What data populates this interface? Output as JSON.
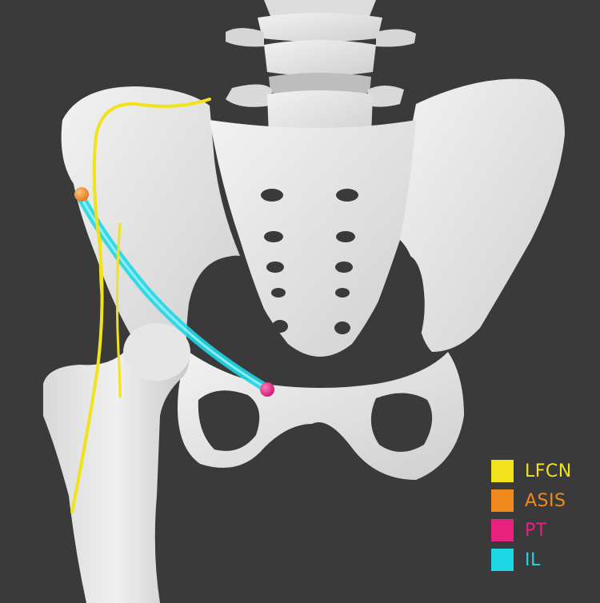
{
  "image": {
    "subject": "pelvis-and-proximal-femur",
    "background_color": "#3a3a3a",
    "bone_color": "#e4e4e4"
  },
  "legend": [
    {
      "label": "LFCN",
      "color": "#f2e21c"
    },
    {
      "label": "ASIS",
      "color": "#f08a1c"
    },
    {
      "label": "PT",
      "color": "#e8207e"
    },
    {
      "label": "IL",
      "color": "#1ed7e6"
    }
  ]
}
